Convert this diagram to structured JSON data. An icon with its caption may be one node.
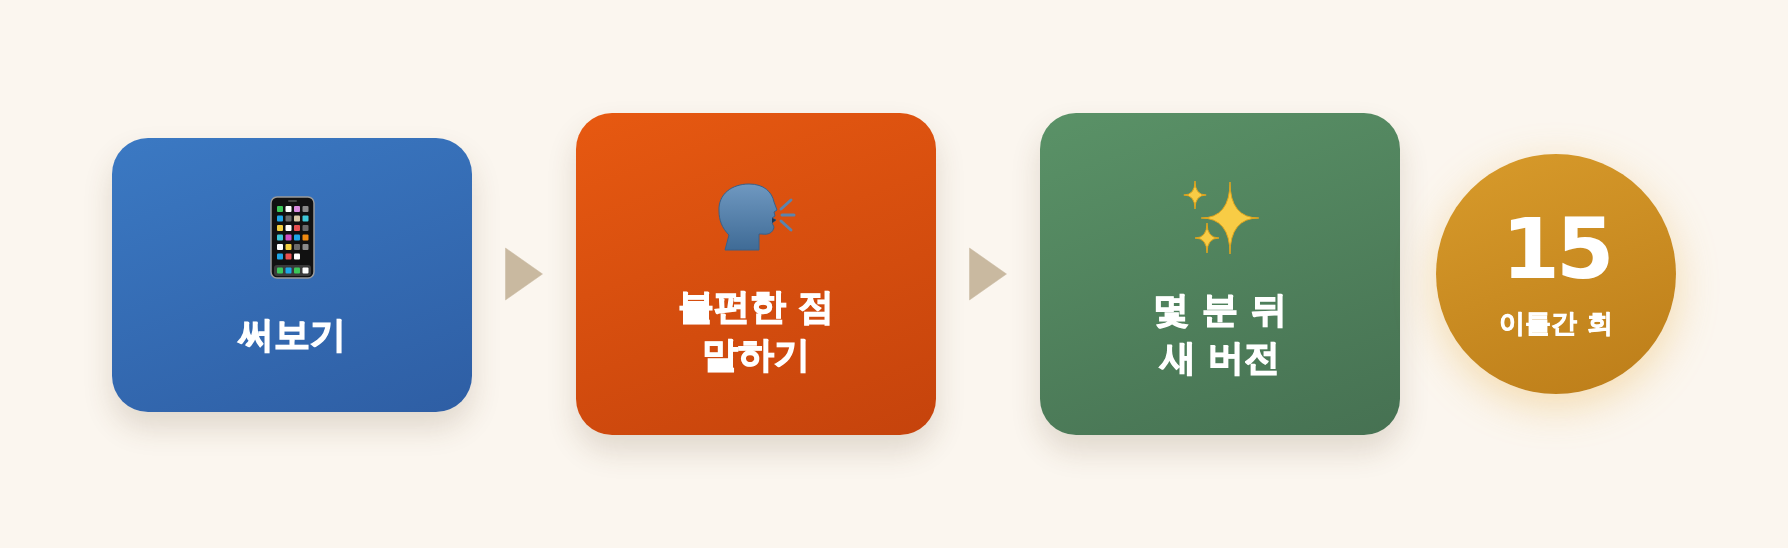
{
  "diagram": {
    "nodes": [
      {
        "text": [
          "써보기"
        ]
      },
      {
        "text": [
          "불편한 점 말하기"
        ]
      },
      {
        "text": [
          "몇 분 뒤 새 버전"
        ]
      },
      {
        "text": [
          "15",
          "이틀간 회"
        ]
      }
    ],
    "edges": [
      {
        "from": 0,
        "to": 1,
        "arrow": "to"
      },
      {
        "from": 1,
        "to": 2,
        "arrow": "to"
      }
    ]
  }
}
